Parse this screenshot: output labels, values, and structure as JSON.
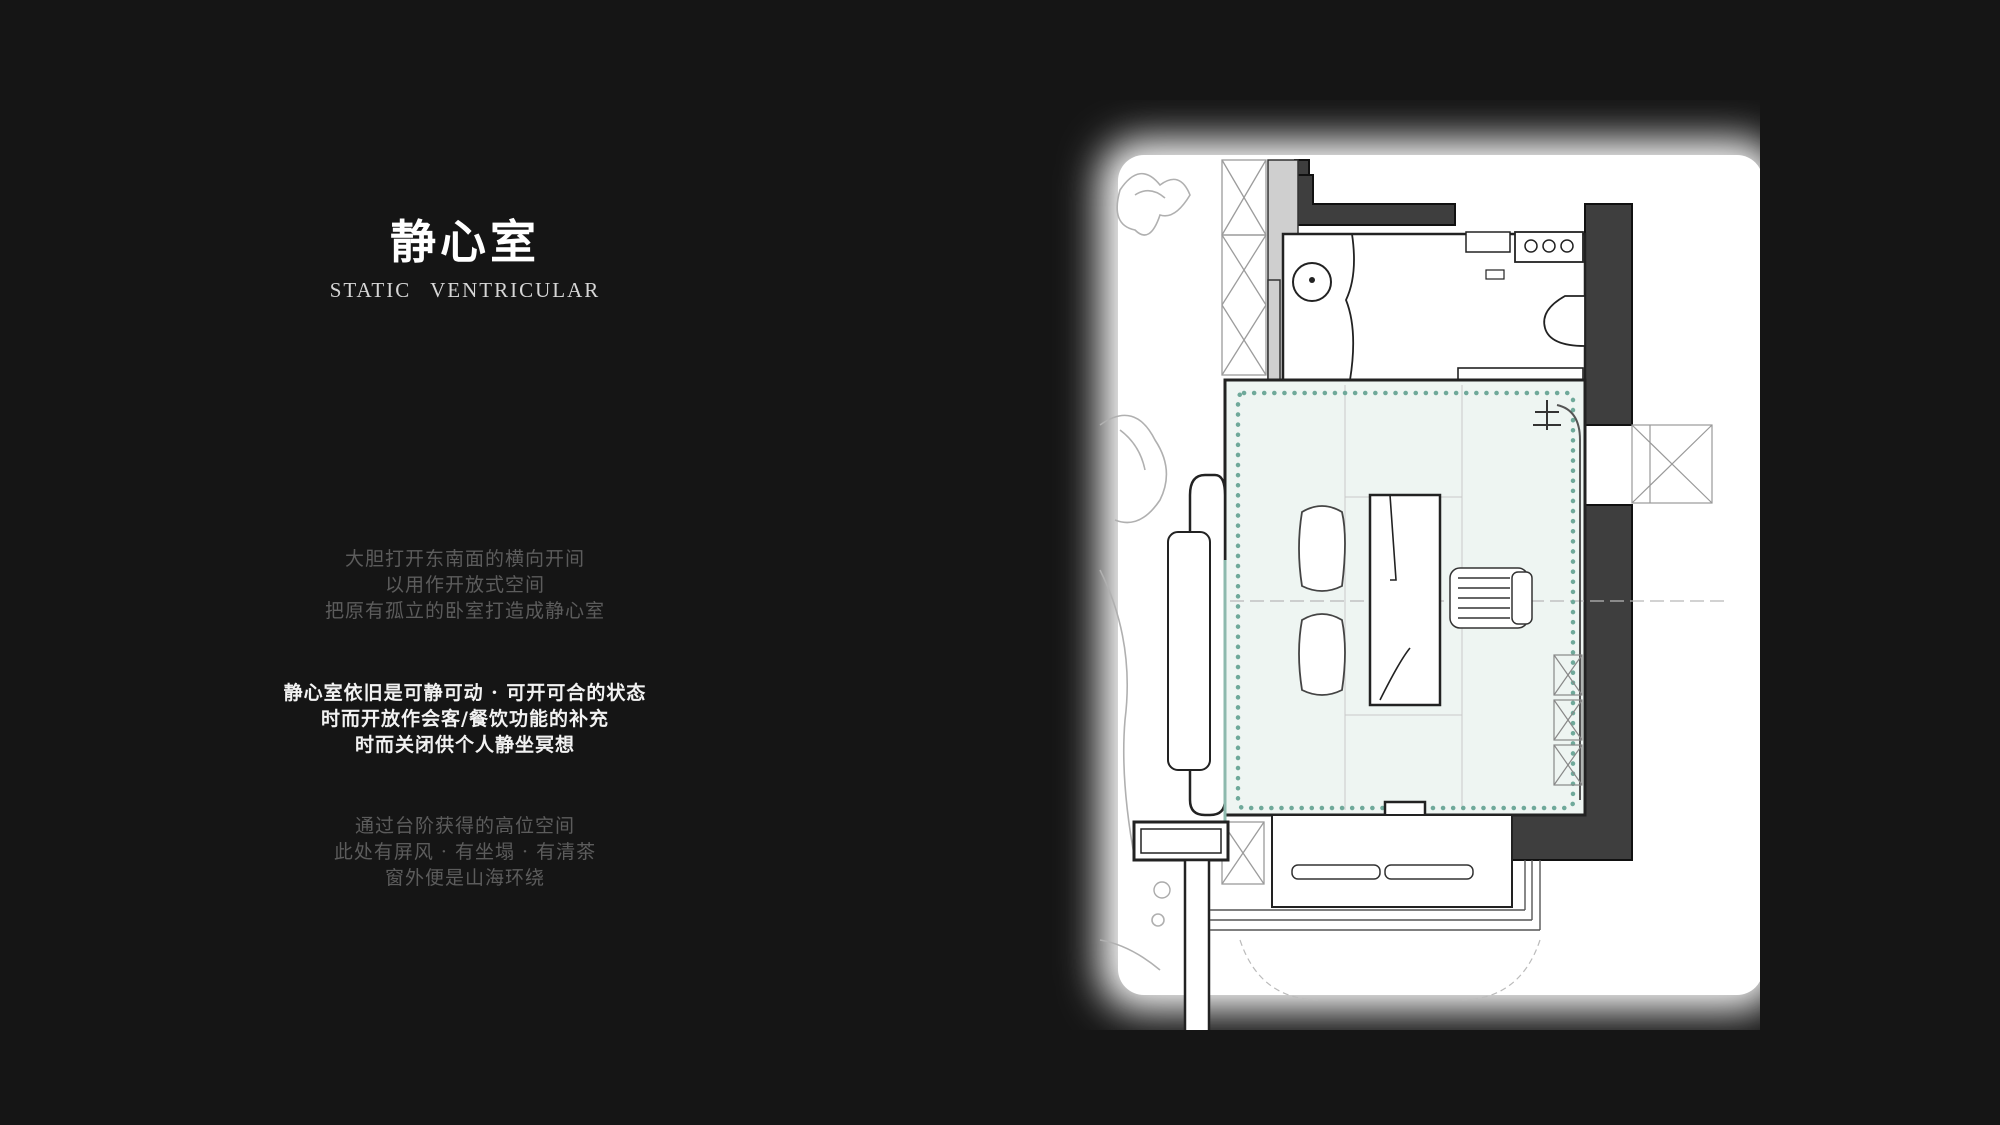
{
  "title": {
    "cn": "静心室",
    "en": "STATIC VENTRICULAR"
  },
  "paragraphs": [
    {
      "lines": [
        "大胆打开东南面的横向开间",
        "以用作开放式空间",
        "把原有孤立的卧室打造成静心室"
      ]
    },
    {
      "lines": [
        "静心室依旧是可静可动 · 可开可合的状态",
        "时而开放作会客/餐饮功能的补充",
        "时而关闭供个人静坐冥想"
      ]
    },
    {
      "lines": [
        "通过台阶获得的高位空间",
        "此处有屏风 · 有坐塌 · 有清茶",
        "窗外便是山海环绕"
      ]
    }
  ],
  "colors": {
    "background": "#151515",
    "wall": "#3e3e3e",
    "accent_dots": "#6fa99a",
    "plan_paper": "#ffffff"
  },
  "icons": {
    "floor_plan": "floor-plan-drawing"
  }
}
